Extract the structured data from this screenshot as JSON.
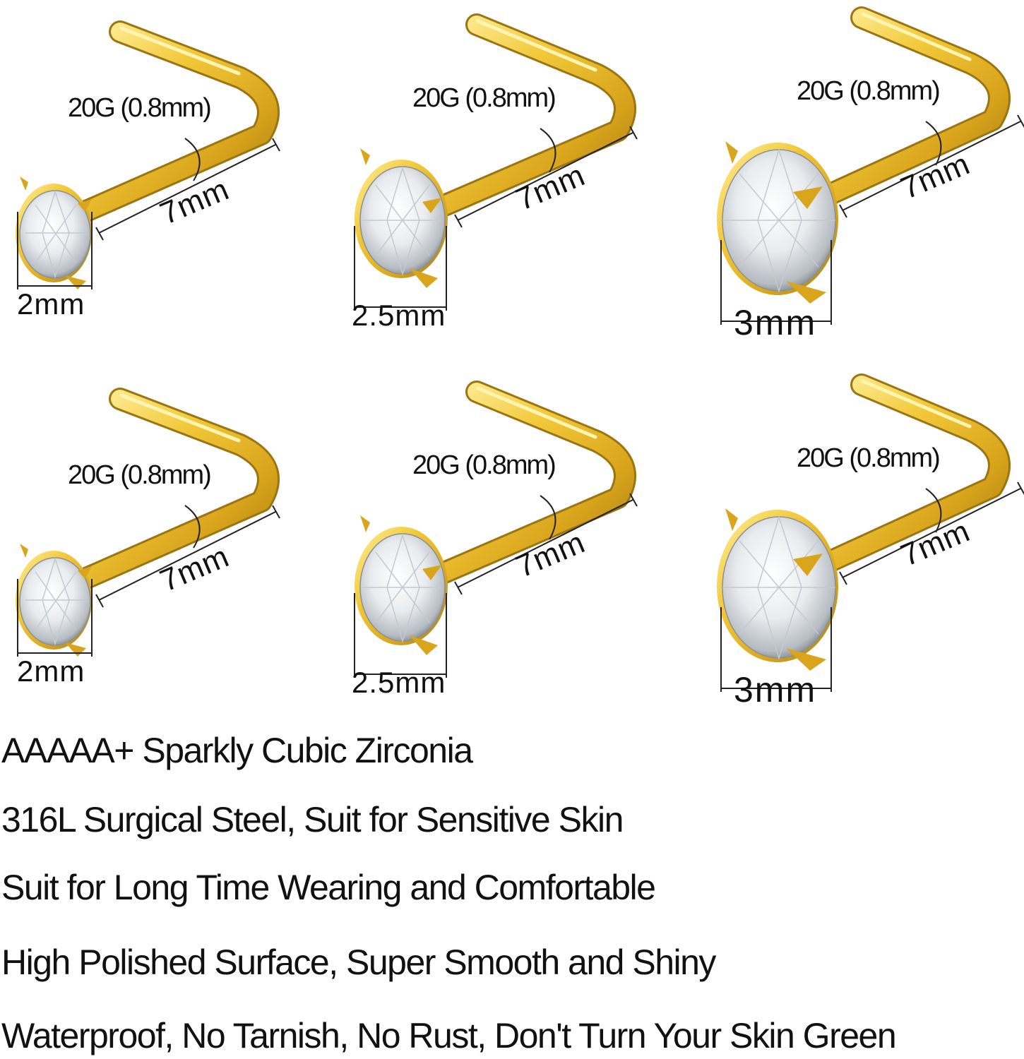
{
  "colors": {
    "gold": "#e2b324",
    "gold_light": "#ffe57a",
    "gold_dark": "#9c7410",
    "line": "#222222",
    "text": "#111111",
    "background": "#ffffff"
  },
  "pieces": [
    {
      "gauge": "20G (0.8mm)",
      "post_length": "7mm",
      "stone_size": "2mm"
    },
    {
      "gauge": "20G (0.8mm)",
      "post_length": "7mm",
      "stone_size": "2.5mm"
    },
    {
      "gauge": "20G (0.8mm)",
      "post_length": "7mm",
      "stone_size": "3mm"
    },
    {
      "gauge": "20G (0.8mm)",
      "post_length": "7mm",
      "stone_size": "2mm"
    },
    {
      "gauge": "20G (0.8mm)",
      "post_length": "7mm",
      "stone_size": "2.5mm"
    },
    {
      "gauge": "20G (0.8mm)",
      "post_length": "7mm",
      "stone_size": "3mm"
    }
  ],
  "features": [
    "AAAAA+ Sparkly Cubic Zirconia",
    "316L Surgical Steel, Suit for Sensitive Skin",
    "Suit for Long Time Wearing and Comfortable",
    "High Polished Surface, Super Smooth and Shiny",
    "Waterproof, No Tarnish, No Rust, Don't Turn Your Skin Green"
  ]
}
